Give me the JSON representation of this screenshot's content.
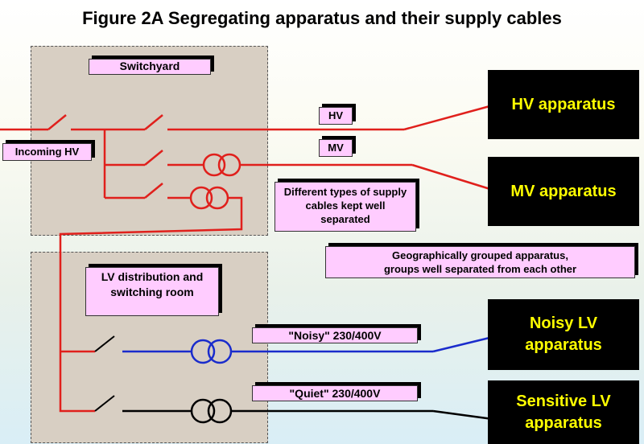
{
  "title": "Figure 2A   Segregating apparatus and their supply cables",
  "labels": {
    "switchyard": "Switchyard",
    "incoming_hv": "Incoming HV",
    "hv": "HV",
    "mv": "MV",
    "different_types": "Different types of supply cables kept well separated",
    "geographically": "Geographically grouped apparatus, groups well separated from each other",
    "lv_room": "LV distribution and switching room",
    "noisy_supply": "\"Noisy\" 230/400V",
    "quiet_supply": "\"Quiet\" 230/400V"
  },
  "apparatus": {
    "hv": "HV apparatus",
    "mv": "MV apparatus",
    "noisy_lv": "Noisy LV apparatus",
    "sensitive_lv": "Sensitive LV apparatus"
  },
  "colors": {
    "hv_cable": "#e0201c",
    "noisy_cable": "#1a2ccc",
    "quiet_cable": "#000000",
    "label_fill": "#ffccff",
    "apparatus_text": "#ffff00"
  }
}
